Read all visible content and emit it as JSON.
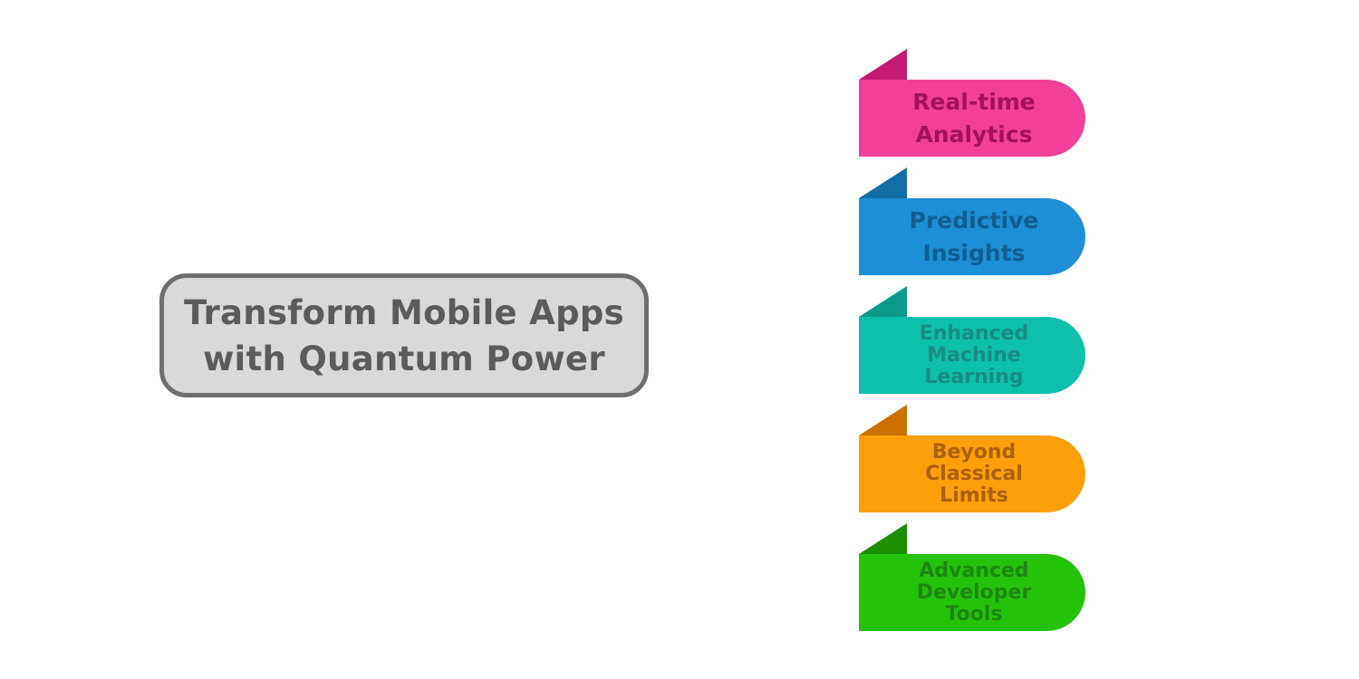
{
  "title": "Transform Mobile Apps\nwith Quantum Power",
  "items": [
    {
      "label": "Real-time\nAnalytics",
      "fill": "#f2409a",
      "fold": "#c41a74",
      "text": "#a3105c"
    },
    {
      "label": "Predictive\nInsights",
      "fill": "#1e8ed6",
      "fold": "#136ea8",
      "text": "#115d8f"
    },
    {
      "label": "Enhanced\nMachine\nLearning",
      "fill": "#0fbfae",
      "fold": "#0b9a8a",
      "text": "#188d83"
    },
    {
      "label": "Beyond\nClassical\nLimits",
      "fill": "#ff9f0a",
      "fold": "#cc7000",
      "text": "#a8620a"
    },
    {
      "label": "Advanced\nDeveloper\nTools",
      "fill": "#24c30a",
      "fold": "#1c8e00",
      "text": "#1d8610"
    }
  ]
}
